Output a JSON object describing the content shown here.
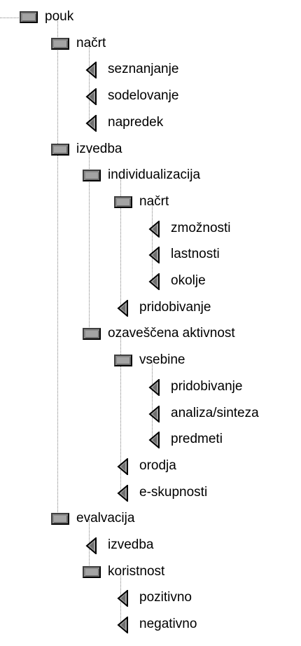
{
  "tree": [
    {
      "label": "pouk",
      "kind": "folder",
      "expanded": true,
      "children": [
        {
          "label": "načrt",
          "kind": "folder",
          "expanded": true,
          "children": [
            {
              "label": "seznanjanje",
              "kind": "leaf"
            },
            {
              "label": "sodelovanje",
              "kind": "leaf"
            },
            {
              "label": "napredek",
              "kind": "leaf"
            }
          ]
        },
        {
          "label": "izvedba",
          "kind": "folder",
          "expanded": true,
          "children": [
            {
              "label": "individualizacija",
              "kind": "folder",
              "expanded": true,
              "children": [
                {
                  "label": "načrt",
                  "kind": "folder",
                  "expanded": true,
                  "children": [
                    {
                      "label": "zmožnosti",
                      "kind": "leaf"
                    },
                    {
                      "label": "lastnosti",
                      "kind": "leaf"
                    },
                    {
                      "label": "okolje",
                      "kind": "leaf"
                    }
                  ]
                },
                {
                  "label": "pridobivanje",
                  "kind": "leaf"
                }
              ]
            },
            {
              "label": "ozaveščena aktivnost",
              "kind": "folder",
              "expanded": true,
              "children": [
                {
                  "label": "vsebine",
                  "kind": "folder",
                  "expanded": true,
                  "children": [
                    {
                      "label": "pridobivanje",
                      "kind": "leaf"
                    },
                    {
                      "label": "analiza/sinteza",
                      "kind": "leaf"
                    },
                    {
                      "label": "predmeti",
                      "kind": "leaf"
                    }
                  ]
                },
                {
                  "label": "orodja",
                  "kind": "leaf"
                },
                {
                  "label": "e-skupnosti",
                  "kind": "leaf"
                }
              ]
            }
          ]
        },
        {
          "label": "evalvacija",
          "kind": "folder",
          "expanded": true,
          "children": [
            {
              "label": "izvedba",
              "kind": "leaf"
            },
            {
              "label": "koristnost",
              "kind": "folder",
              "expanded": true,
              "children": [
                {
                  "label": "pozitivno",
                  "kind": "leaf"
                },
                {
                  "label": "negativno",
                  "kind": "leaf"
                }
              ]
            }
          ]
        }
      ]
    }
  ],
  "colors": {
    "connector": "#808080",
    "text": "#000000",
    "background": "#ffffff",
    "box_icon_fill": "#a4a4a4",
    "leaf_icon_fill": "#a0a0a0",
    "leaf_icon_edge": "#000000"
  },
  "icons": {
    "folder": "gray-box-icon",
    "leaf": "left-triangle-icon",
    "expander": "collapse-minus-icon"
  }
}
